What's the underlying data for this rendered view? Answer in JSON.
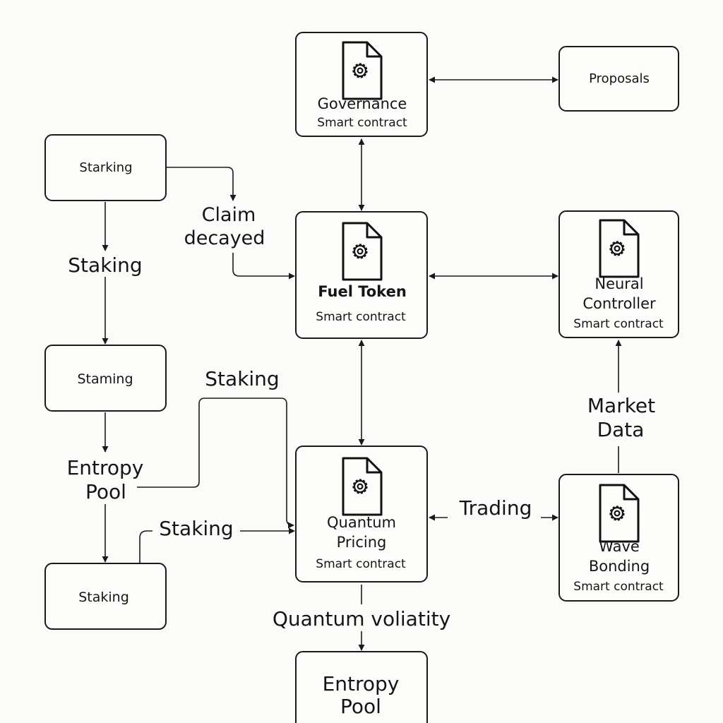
{
  "nodes": {
    "governance": {
      "title": "Governance",
      "subtitle": "Smart contract",
      "icon": "contract-document-icon"
    },
    "proposals": {
      "label": "Proposals"
    },
    "fuel_token": {
      "title": "Fuel Token",
      "subtitle": "Smart contract",
      "icon": "contract-document-icon"
    },
    "neural_controller": {
      "title_line1": "Neural",
      "title_line2": "Controller",
      "subtitle": "Smart contract",
      "icon": "contract-document-icon"
    },
    "quantum_pricing": {
      "title_line1": "Quantum",
      "title_line2": "Pricing",
      "subtitle": "Smart contract",
      "icon": "contract-document-icon"
    },
    "wave_bonding": {
      "title_line1": "Wave",
      "title_line2": "Bonding",
      "subtitle": "Smart contract",
      "icon": "contract-document-icon"
    },
    "entropy_pool_box": {
      "line1": "Entropy",
      "line2": "Pool"
    },
    "starking": {
      "label": "Starking"
    },
    "staming": {
      "label": "Staming"
    },
    "staking_box": {
      "label": "Staking"
    }
  },
  "labels": {
    "claim_decayed_line1": "Claim",
    "claim_decayed_line2": "decayed",
    "staking_left": "Staking",
    "staking_upper": "Staking",
    "staking_lower": "Staking",
    "entropy_pool_line1": "Entropy",
    "entropy_pool_line2": "Pool",
    "trading": "Trading",
    "market_data_line1": "Market",
    "market_data_line2": "Data",
    "quantum_volatility": "Quantum voliatity"
  },
  "colors": {
    "stroke": "#1a1a1a",
    "background": "#fbfbfa",
    "text": "#151515"
  }
}
